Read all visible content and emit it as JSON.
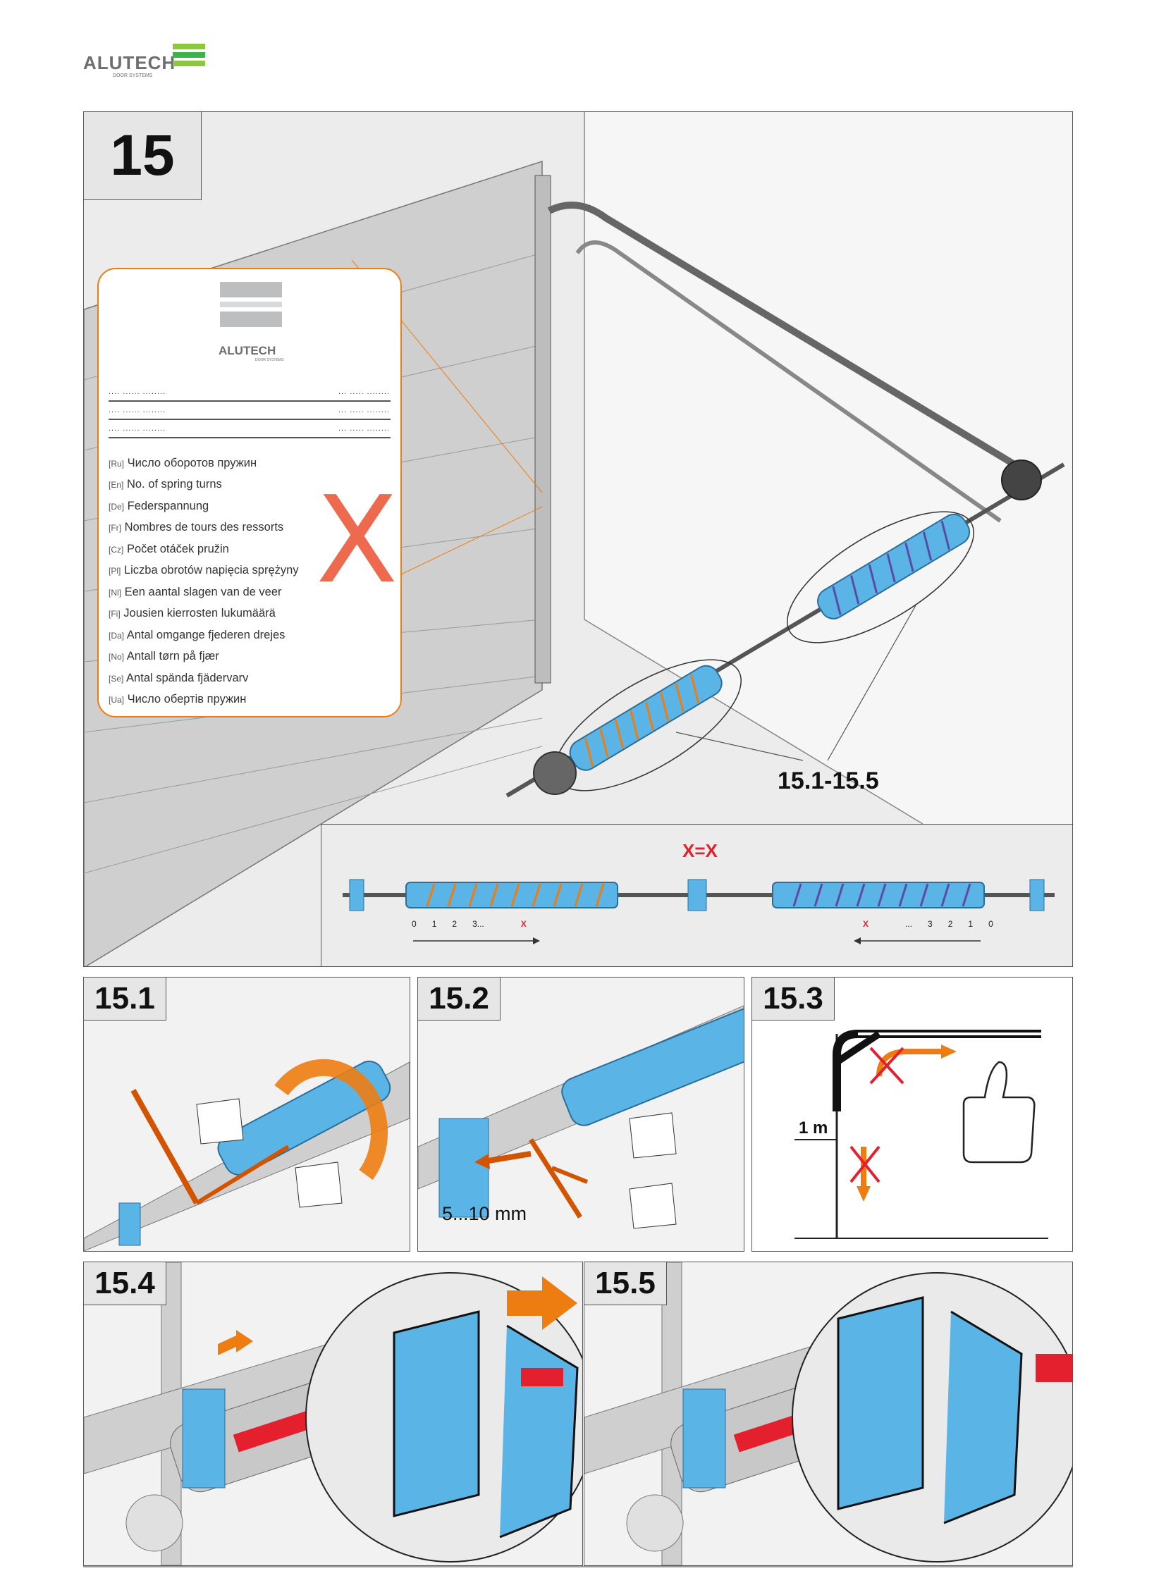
{
  "brand": {
    "name": "ALUTECH",
    "sub": "DOOR SYSTEMS",
    "colors": {
      "green_light": "#8dc63f",
      "green_dark": "#39b54a",
      "grey": "#6d6e71",
      "accent": "#ee7d11",
      "spring_blue": "#5ab4e5",
      "red": "#e5202e"
    }
  },
  "main_step": {
    "number": "15",
    "callout": "15.1-15.5"
  },
  "label_card": {
    "brand": "ALUTECH",
    "brand_sub": "DOOR SYSTEMS",
    "placeholder_left": ".... ...... ........",
    "placeholder_right": "... ..... ........",
    "languages": [
      {
        "code": "[Ru]",
        "text": "Число оборотов пружин"
      },
      {
        "code": "[En]",
        "text": "No. of spring turns"
      },
      {
        "code": "[De]",
        "text": "Federspannung"
      },
      {
        "code": "[Fr]",
        "text": "Nombres de tours des ressorts"
      },
      {
        "code": "[Cz]",
        "text": "Počet otáček pružin"
      },
      {
        "code": "[Pl]",
        "text": "Liczba obrotów napięcia sprężyny"
      },
      {
        "code": "[Nl]",
        "text": "Een aantal slagen van de veer"
      },
      {
        "code": "[Fi]",
        "text": "Jousien kierrosten lukumäärä"
      },
      {
        "code": "[Da]",
        "text": "Antal omgange fjederen drejes"
      },
      {
        "code": "[No]",
        "text": "Antall tørn på fjær"
      },
      {
        "code": "[Se]",
        "text": "Antal spända fjädervarv"
      },
      {
        "code": "[Ua]",
        "text": "Число обертів пружин"
      }
    ],
    "mark": "X"
  },
  "shaft_diagram": {
    "equation": "X=X",
    "left_scale": [
      "0",
      "1",
      "2",
      "3...",
      "X"
    ],
    "right_scale": [
      "X",
      "...",
      "3",
      "2",
      "1",
      "0"
    ]
  },
  "substeps": [
    {
      "number": "15.1"
    },
    {
      "number": "15.2",
      "measure": "5...10 mm"
    },
    {
      "number": "15.3",
      "height": "1 m"
    },
    {
      "number": "15.4"
    },
    {
      "number": "15.5"
    }
  ]
}
